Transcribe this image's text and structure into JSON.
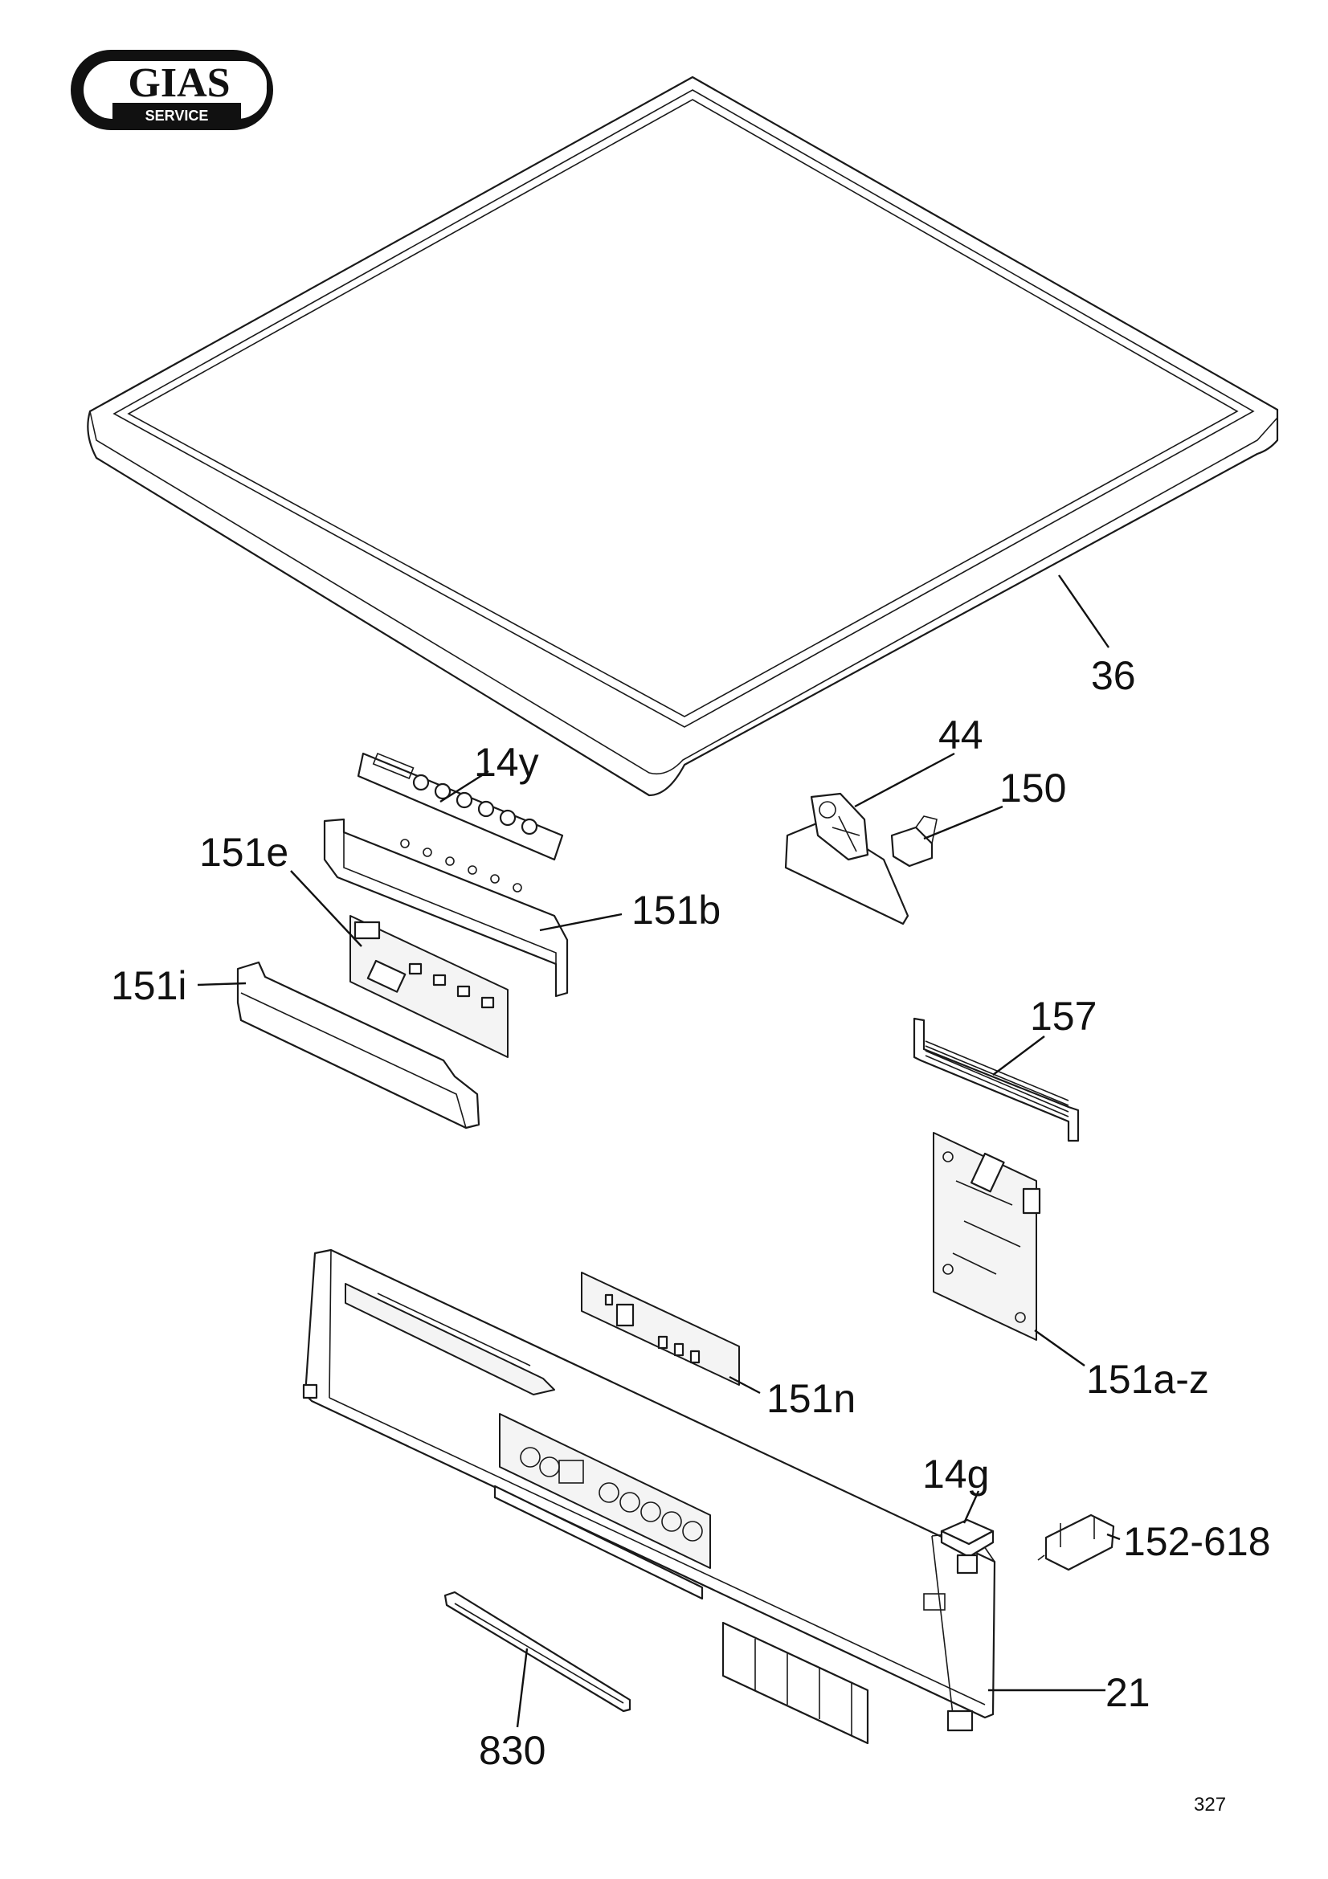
{
  "logo": {
    "brand": "GIAS",
    "sub": "SERVICE"
  },
  "page_number": "327",
  "parts": [
    {
      "id": "36",
      "label": "36"
    },
    {
      "id": "44",
      "label": "44"
    },
    {
      "id": "150",
      "label": "150"
    },
    {
      "id": "14y",
      "label": "14y"
    },
    {
      "id": "151e",
      "label": "151e"
    },
    {
      "id": "151b",
      "label": "151b"
    },
    {
      "id": "151i",
      "label": "151i"
    },
    {
      "id": "157",
      "label": "157"
    },
    {
      "id": "151a-z",
      "label": "151a-z"
    },
    {
      "id": "151n",
      "label": "151n"
    },
    {
      "id": "14g",
      "label": "14g"
    },
    {
      "id": "152-618",
      "label": "152-618"
    },
    {
      "id": "21",
      "label": "21"
    },
    {
      "id": "830",
      "label": "830"
    }
  ]
}
